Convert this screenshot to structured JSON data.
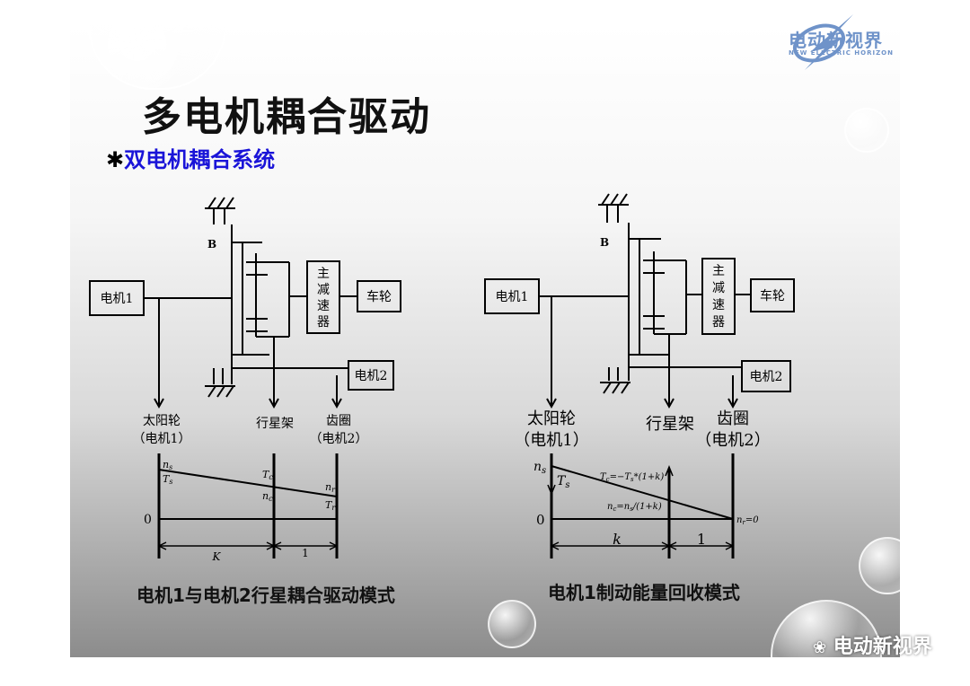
{
  "title": "多电机耦合驱动",
  "subtitle": "双电机耦合系统",
  "logo": {
    "cn": "电动新视界",
    "en": "NEW ELECTRIC HORIZON"
  },
  "watermark": "电动新视界",
  "left": {
    "motor1": "电机1",
    "motor2": "电机2",
    "reducer": [
      "主",
      "减",
      "速",
      "器"
    ],
    "wheel": "车轮",
    "brake": "B",
    "sun": "太阳轮",
    "sun_sub": "（电机1）",
    "carrier": "行星架",
    "ring": "齿圈",
    "ring_sub": "（电机2）",
    "ns": "n",
    "ns_sub": "s",
    "Ts": "T",
    "Ts_sub": "s",
    "Tc": "T",
    "Tc_sub": "c",
    "nc": "n",
    "nc_sub": "c",
    "nr": "n",
    "nr_sub": "r",
    "Tr": "T",
    "Tr_sub": "r",
    "zero": "0",
    "K": "K",
    "one": "1",
    "caption": "电机1与电机2行星耦合驱动模式"
  },
  "right": {
    "motor1": "电机1",
    "motor2": "电机2",
    "reducer": [
      "主",
      "减",
      "速",
      "器"
    ],
    "wheel": "车轮",
    "brake": "B",
    "sun": "太阳轮",
    "sun_sub": "（电机1）",
    "carrier": "行星架",
    "ring": "齿圈",
    "ring_sub": "（电机2）",
    "ns": "n",
    "ns_sub": "s",
    "Ts": "T",
    "Ts_sub": "s",
    "Tc_eq": "T",
    "Tc_eq_sub": "c",
    "Tc_eq_rest": "=−T",
    "Tc_eq_sub2": "s",
    "Tc_eq_tail": "*(1+k)",
    "nc_eq": "n",
    "nc_eq_sub": "c",
    "nc_eq_rest": "=n",
    "nc_eq_sub2": "s",
    "nc_eq_tail": "/(1+k)",
    "nr0": "n",
    "nr0_sub": "r",
    "nr0_tail": "=0",
    "zero": "0",
    "k": "k",
    "one": "1",
    "caption": "电机1制动能量回收模式"
  }
}
